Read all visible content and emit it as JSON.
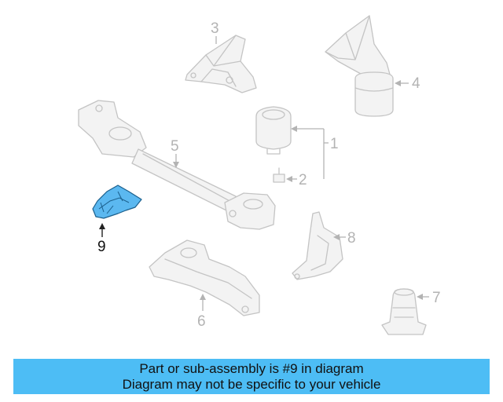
{
  "diagram": {
    "callouts": [
      "1",
      "2",
      "3",
      "4",
      "5",
      "6",
      "7",
      "8",
      "9"
    ],
    "highlighted_part": "9",
    "colors": {
      "highlight": "#5bb8f0",
      "banner": "#4dbdf5",
      "linework": "#c4c4c4"
    }
  },
  "banner": {
    "line1": "Part or sub-assembly is #9 in diagram",
    "line2": "Diagram may not be specific to your vehicle"
  }
}
